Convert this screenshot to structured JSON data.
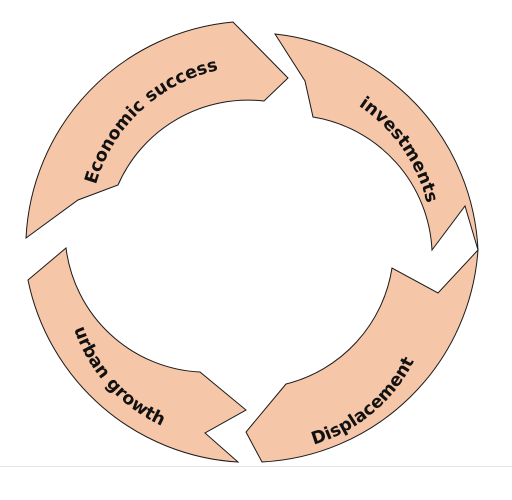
{
  "diagram": {
    "type": "cycle",
    "fill_color": "#f5c6a8",
    "stroke_color": "#1a1a1a",
    "segments": [
      {
        "id": "economic-success",
        "label": "Economic success"
      },
      {
        "id": "investments",
        "label": "investments"
      },
      {
        "id": "displacement",
        "label": "Displacement"
      },
      {
        "id": "urban-growth",
        "label": "urban growth"
      }
    ]
  }
}
